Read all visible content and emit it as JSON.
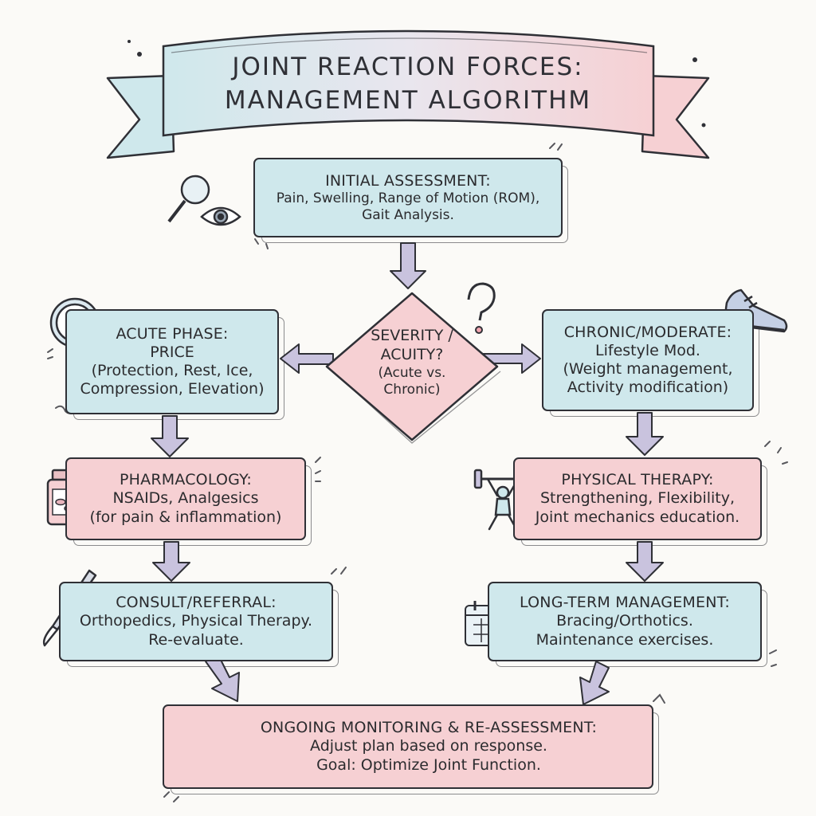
{
  "title": {
    "line1": "JOINT REACTION FORCES:",
    "line2": "MANAGEMENT ALGORITHM"
  },
  "nodes": {
    "initial": {
      "heading": "INITIAL ASSESSMENT:",
      "line1": "Pain, Swelling, Range of Motion (ROM),",
      "line2": "Gait Analysis."
    },
    "decision": {
      "line1": "SEVERITY /",
      "line2": "ACUITY?",
      "line3": "(Acute vs.",
      "line4": "Chronic)"
    },
    "acute": {
      "heading": "ACUTE PHASE:",
      "line1": "PRICE",
      "line2": "(Protection, Rest, Ice,",
      "line3": "Compression, Elevation)"
    },
    "chronic": {
      "heading": "CHRONIC/MODERATE:",
      "line1": "Lifestyle Mod.",
      "line2": "(Weight management,",
      "line3": "Activity modification)"
    },
    "pharmacology": {
      "heading": "PHARMACOLOGY:",
      "line1": "NSAIDs, Analgesics",
      "line2": "(for pain & inflammation)"
    },
    "physical_therapy": {
      "heading": "PHYSICAL THERAPY:",
      "line1": "Strengthening, Flexibility,",
      "line2": "Joint mechanics education."
    },
    "consult": {
      "heading": "CONSULT/REFERRAL:",
      "line1": "Orthopedics, Physical Therapy.",
      "line2": "Re-evaluate."
    },
    "long_term": {
      "heading": "LONG-TERM MANAGEMENT:",
      "line1": "Bracing/Orthotics.",
      "line2": "Maintenance exercises."
    },
    "monitoring": {
      "heading": "ONGOING MONITORING & RE-ASSESSMENT:",
      "line1": "Adjust plan based on response.",
      "line2": "Goal: Optimize Joint Function."
    }
  },
  "icons": [
    "magnifier-icon",
    "eye-icon",
    "question-mark-icon",
    "clock-icon",
    "sneaker-icon",
    "pill-bottle-icon",
    "weightlifter-icon",
    "scalpel-icon",
    "calendar-icon",
    "refresh-cycle-icon"
  ],
  "colors": {
    "blue_fill": "#cfe8ec",
    "pink_fill": "#f6d0d3",
    "arrow_fill": "#c9c3de",
    "ink": "#2f3036"
  }
}
